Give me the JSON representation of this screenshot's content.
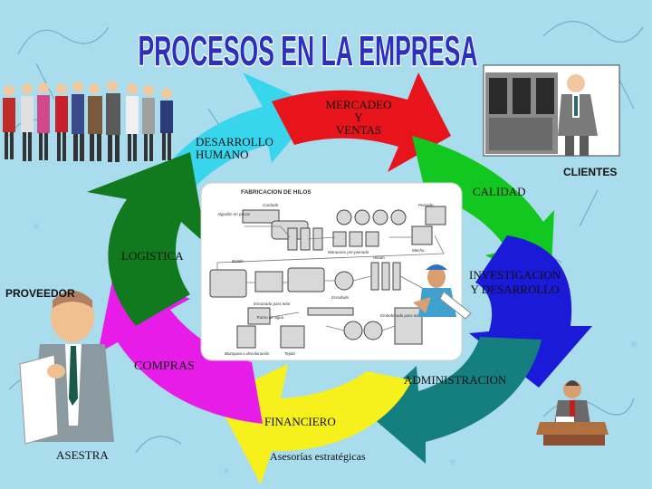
{
  "title": "PROCESOS EN LA EMPRESA",
  "colors": {
    "background": "#a9dcec",
    "title_fill": "#2d2fbf",
    "marketing": "#e8141c",
    "quality": "#12c820",
    "research": "#1a1ad8",
    "admin": "#157f7f",
    "finance": "#f6f01c",
    "purchases": "#e81ce8",
    "logistics": "#127a1e",
    "hr": "#38d6ec"
  },
  "labels": {
    "desarrollo": "DESARROLLO\nHUMANO",
    "mercadeo": "MERCADEO\nY\nVENTAS",
    "clientes": "CLIENTES",
    "calidad": "CALIDAD",
    "logistica": "LOGISTICA",
    "investigacion": "INVESTIGACION\nY DESARROLLO",
    "proveedor": "PROVEEDOR",
    "compras": "COMPRAS",
    "administracion": "ADMINISTRACION",
    "financiero": "FINANCIERO",
    "asesorias": "Asesorías estratégicas",
    "asestra": "ASESTRA"
  },
  "center_panel": {
    "title": "FABRICACION DE HILOS",
    "captions": [
      "Algodón en pacas",
      "Cardado",
      "Peinado",
      "Manuares pre-peinado",
      "Mecha",
      "Batido",
      "Enconado para telar",
      "Hilado",
      "Enrollado",
      "Trama de agua",
      "Blanqueo o decoloración",
      "Tejido",
      "Embobinado para telar"
    ]
  },
  "icons": [
    "office-workers-icon",
    "atm-customer-icon",
    "supplier-man-icon",
    "engineer-icon",
    "executive-desk-icon"
  ]
}
